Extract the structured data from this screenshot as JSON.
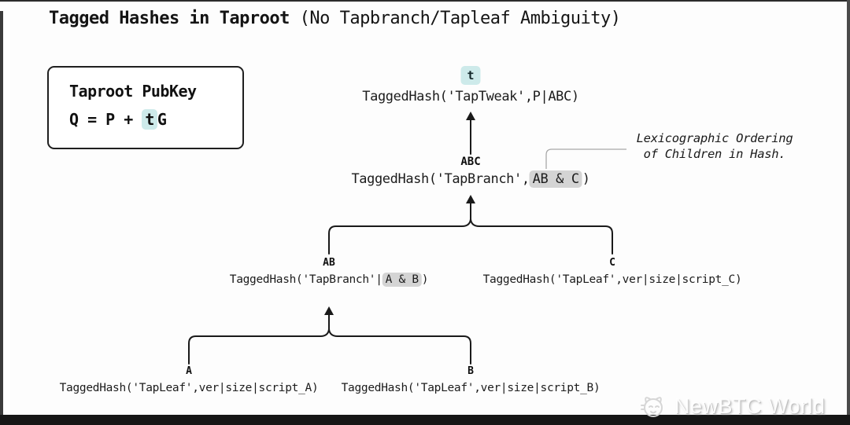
{
  "title": {
    "emphasis": "Tagged Hashes in Taproot",
    "rest": " (No Tapbranch/Tapleaf Ambiguity)"
  },
  "pubkey_box": {
    "heading": "Taproot PubKey",
    "formula_prefix": "Q = P + ",
    "formula_highlight": "t",
    "formula_suffix": "G"
  },
  "tree": {
    "tweak": {
      "badge": "t",
      "hash": "TaggedHash('TapTweak',P|ABC)"
    },
    "abc": {
      "label": "ABC",
      "hash_prefix": "TaggedHash('TapBranch',",
      "hash_highlight": "AB & C",
      "hash_suffix": ")"
    },
    "ab": {
      "label": "AB",
      "hash_prefix": "TaggedHash('TapBranch'|",
      "hash_highlight": "A & B",
      "hash_suffix": ")"
    },
    "c": {
      "label": "C",
      "hash": "TaggedHash('TapLeaf',ver|size|script_C)"
    },
    "a": {
      "label": "A",
      "hash": "TaggedHash('TapLeaf',ver|size|script_A)"
    },
    "b": {
      "label": "B",
      "hash": "TaggedHash('TapLeaf',ver|size|script_B)"
    }
  },
  "annotation": {
    "line1": "Lexicographic Ordering",
    "line2": "of Children in Hash."
  },
  "watermark": {
    "text": "NewBTC World",
    "icon": "cat-face-icon"
  },
  "colors": {
    "highlight_teal": "#cdeaea",
    "highlight_gray": "#d4d4d4",
    "connector_line": "#1a1a1a",
    "annotation_line": "#a8a8a8",
    "frame_bar": "#161616"
  }
}
